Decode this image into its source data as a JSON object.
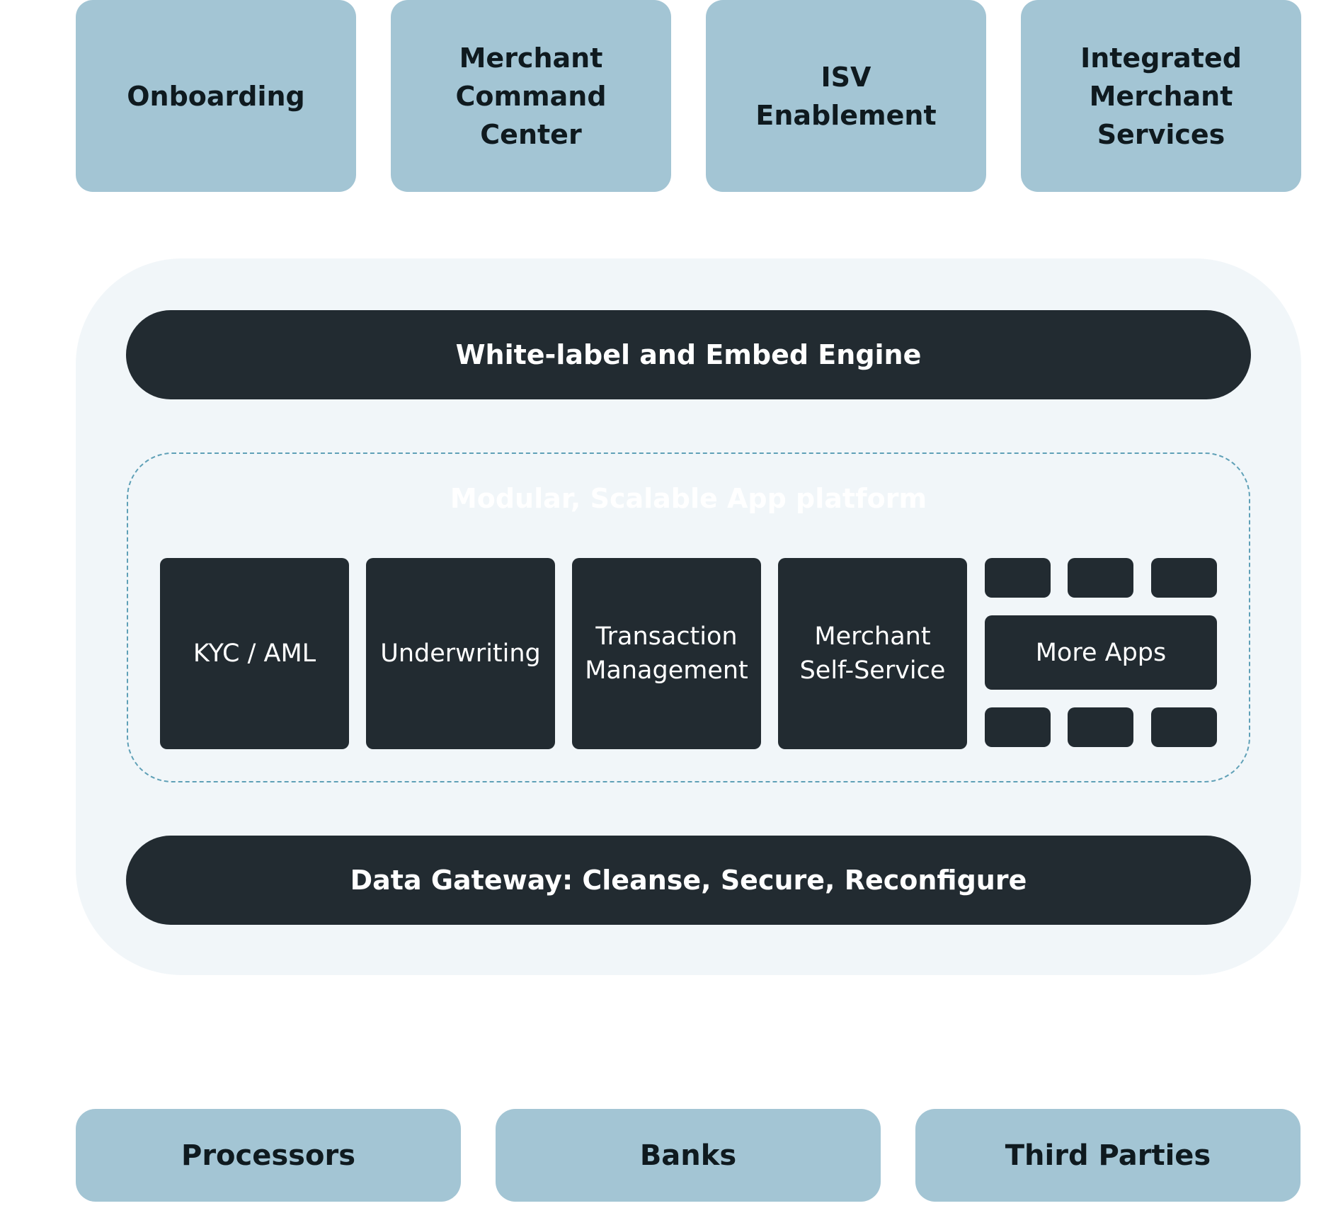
{
  "clients": [
    {
      "label": "Onboarding"
    },
    {
      "label": "Merchant\nCommand\nCenter"
    },
    {
      "label": "ISV\nEnablement"
    },
    {
      "label": "Integrated\nMerchant\nServices"
    }
  ],
  "platform": {
    "engine_label": "White-label and Embed Engine",
    "modular_title": "Modular, Scalable App platform",
    "apps": [
      {
        "label": "KYC / AML"
      },
      {
        "label": "Underwriting"
      },
      {
        "label": "Transaction\nManagement"
      },
      {
        "label": "Merchant\nSelf-Service"
      }
    ],
    "more_apps_label": "More Apps",
    "gateway_label": "Data Gateway: Cleanse, Secure, Reconfigure"
  },
  "sources": [
    {
      "label": "Processors"
    },
    {
      "label": "Banks"
    },
    {
      "label": "Third Parties"
    }
  ],
  "colors": {
    "light_blue": "#a3c5d4",
    "panel_bg": "#f1f6f9",
    "dark": "#222b31",
    "dashed_border": "#5fa0b7"
  }
}
